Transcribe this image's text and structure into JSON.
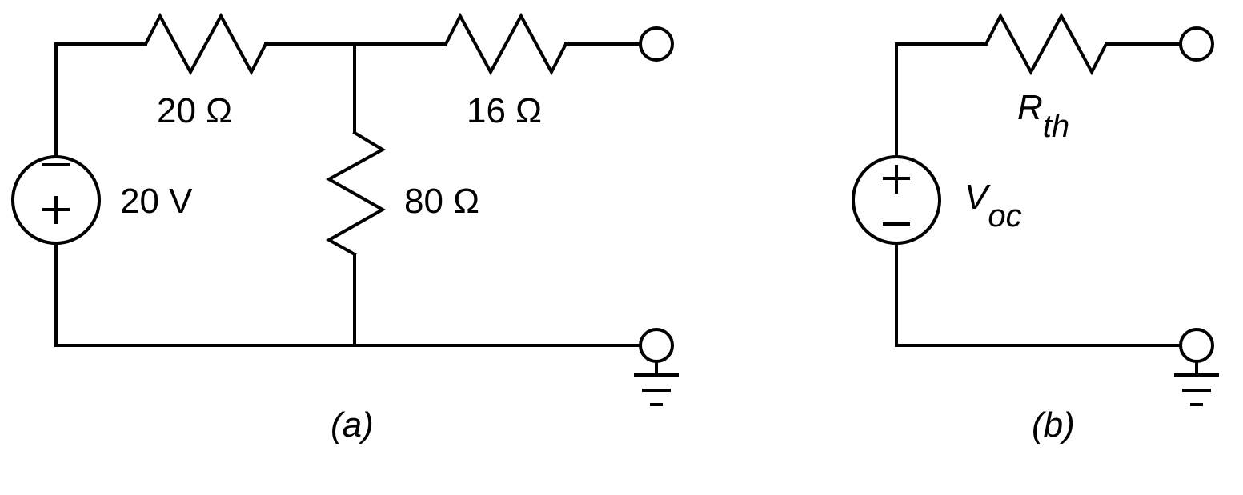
{
  "figure": {
    "panels": [
      {
        "id": "a",
        "caption": "(a)",
        "components": {
          "source": {
            "type": "voltage-source",
            "label": "20 V",
            "top_sign": "−",
            "bottom_sign": "+"
          },
          "r_series_1": {
            "type": "resistor",
            "label": "20 Ω"
          },
          "r_shunt": {
            "type": "resistor",
            "label": "80 Ω"
          },
          "r_series_2": {
            "type": "resistor",
            "label": "16 Ω"
          }
        },
        "terminals": [
          "output-terminal",
          "ground-terminal"
        ]
      },
      {
        "id": "b",
        "caption": "(b)",
        "components": {
          "source": {
            "type": "voltage-source",
            "label_main": "V",
            "label_sub": "oc",
            "top_sign": "+",
            "bottom_sign": "−"
          },
          "resistor": {
            "type": "resistor",
            "label_main": "R",
            "label_sub": "th"
          }
        },
        "terminals": [
          "output-terminal",
          "ground-terminal"
        ]
      }
    ],
    "colors": {
      "line": "#000000",
      "background": "#ffffff"
    }
  }
}
